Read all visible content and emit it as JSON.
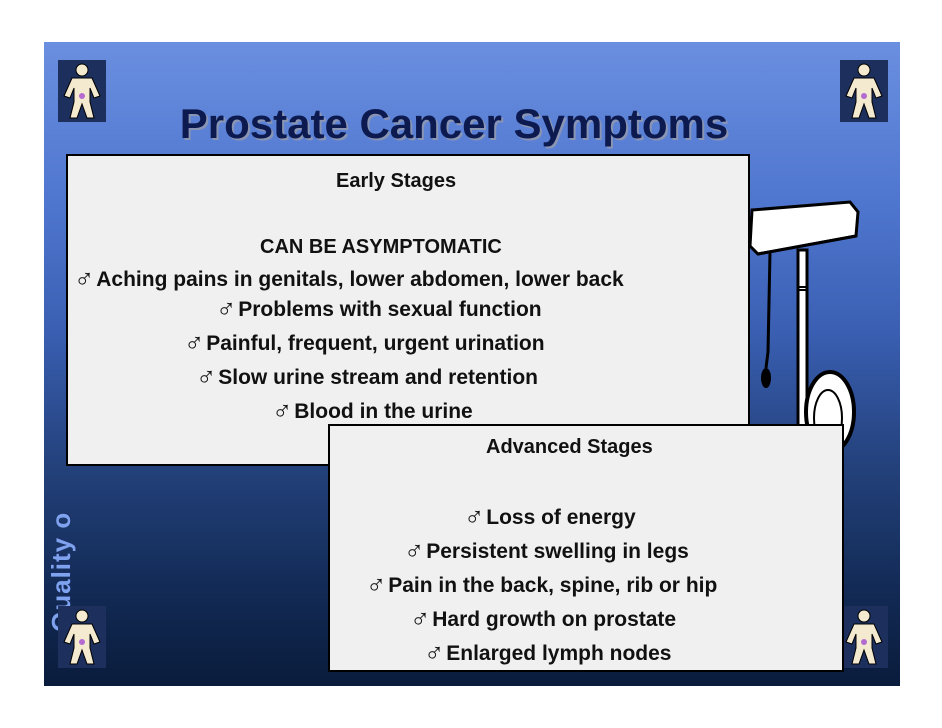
{
  "title": "Prostate Cancer Symptoms",
  "vertical_text": "Quality o",
  "male_symbol": "♂",
  "early": {
    "heading": "Early Stages",
    "subheading": "CAN BE ASYMPTOMATIC",
    "items": [
      "Aching pains in genitals, lower abdomen, lower back",
      "Problems with sexual function",
      "Painful, frequent, urgent urination",
      "Slow urine stream and retention",
      "Blood in the urine"
    ]
  },
  "advanced": {
    "heading": "Advanced Stages",
    "items": [
      "Loss of energy",
      "Persistent swelling in legs",
      "Pain in the back, spine, rib or hip",
      "Hard growth on prostate",
      "Enlarged lymph nodes"
    ]
  }
}
